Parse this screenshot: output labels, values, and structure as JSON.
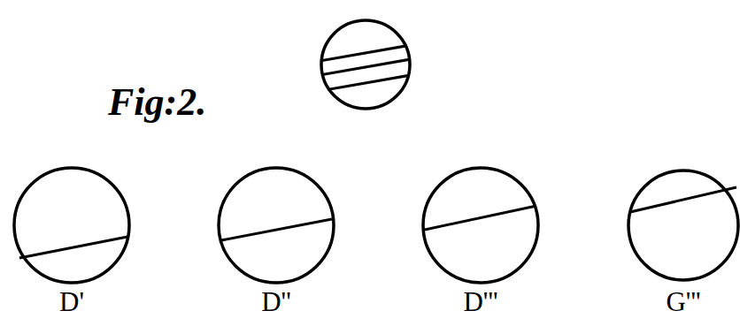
{
  "diagram": {
    "title": "Fig:2.",
    "labels": [
      "D'",
      "D''",
      "D'''",
      "G'''"
    ]
  }
}
